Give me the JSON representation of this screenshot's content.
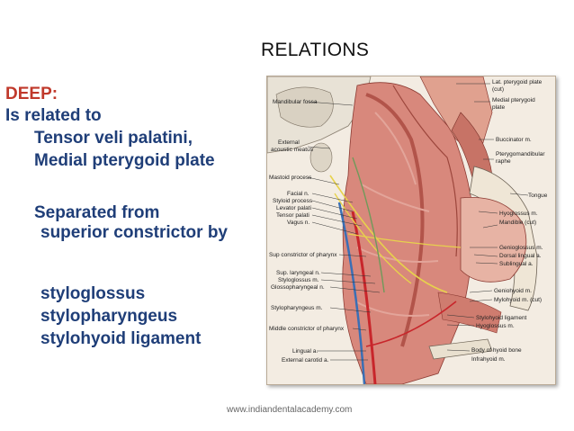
{
  "slide": {
    "title": "RELATIONS",
    "deep_heading": "DEEP:",
    "lines": [
      "Is related to",
      "Tensor veli palatini,",
      "Medial pterygoid plate",
      "Separated from",
      "superior constrictor by",
      "styloglossus",
      "stylopharyngeus",
      "stylohyoid ligament"
    ],
    "footer": "www.indiandentalacademy.com"
  },
  "figure": {
    "left_labels": [
      "Mandibular fossa",
      "External",
      "acoustic meatus",
      "Mastoid process",
      "Facial n.",
      "Styloid process",
      "Levator palati",
      "Tensor palati",
      "Vagus n.",
      "Sup constrictor of pharynx",
      "Sup. laryngeal n.",
      "Styloglossus m.",
      "Glossopharyngeal n.",
      "Stylopharyngeus m.",
      "Middle constrictor of pharynx",
      "Lingual a.",
      "External carotid a."
    ],
    "right_labels": [
      "Lat. pterygoid plate",
      "(cut)",
      "Medial pterygoid",
      "plate",
      "Buccinator m.",
      "Pterygomandibular",
      "raphe",
      "Tongue",
      "Hyoglossus m.",
      "Mandible (cut)",
      "Genioglossus m.",
      "Dorsal lingual a.",
      "Sublingual a.",
      "Geniohyoid m.",
      "Mylohyoid m. (cut)",
      "Stylohyoid ligament",
      "Hyoglossus m.",
      "Body of hyoid bone",
      "Infrahyoid m."
    ]
  }
}
